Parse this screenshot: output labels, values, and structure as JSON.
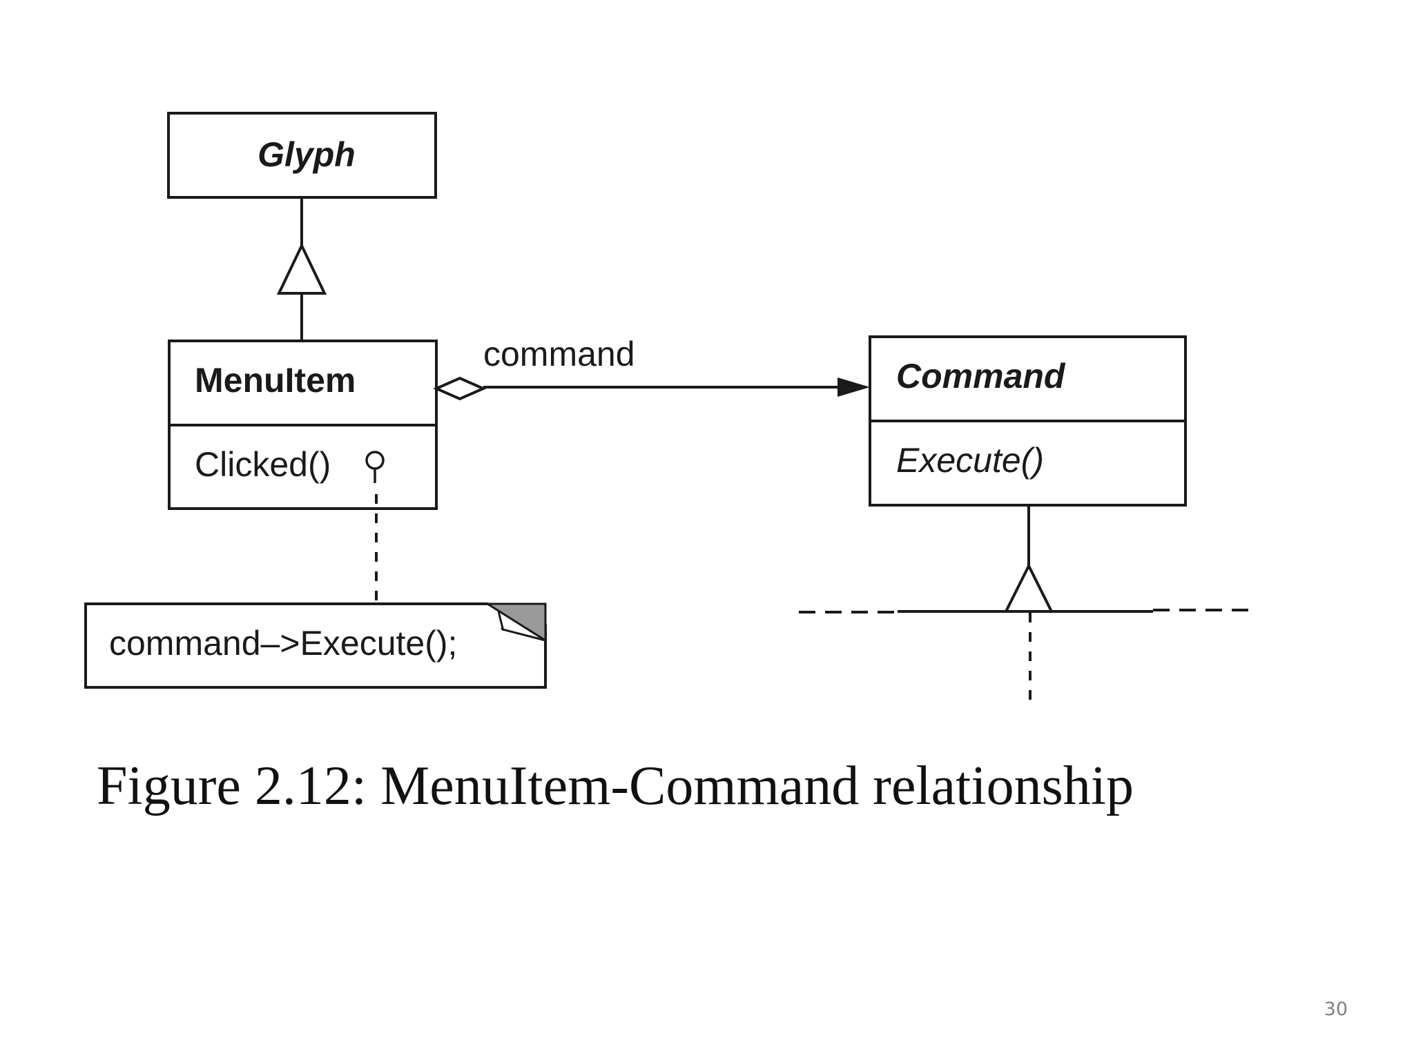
{
  "diagram": {
    "classes": {
      "glyph": {
        "name": "Glyph",
        "abstract": true
      },
      "menuitem": {
        "name": "MenuItem",
        "operation": "Clicked()"
      },
      "command": {
        "name": "Command",
        "abstract": true,
        "operation": "Execute()",
        "operation_abstract": true
      }
    },
    "association": {
      "label": "command",
      "from": "MenuItem",
      "to": "Command",
      "kind": "aggregation"
    },
    "note": {
      "text": "command–>Execute();"
    },
    "caption": "Figure 2.12: MenuItem-Command relationship"
  },
  "slide": {
    "page_number": "30"
  },
  "colors": {
    "ink": "#1a1a1a",
    "page": "#ffffff",
    "note_fold": "#9a9a9a",
    "page_number": "#808080"
  }
}
